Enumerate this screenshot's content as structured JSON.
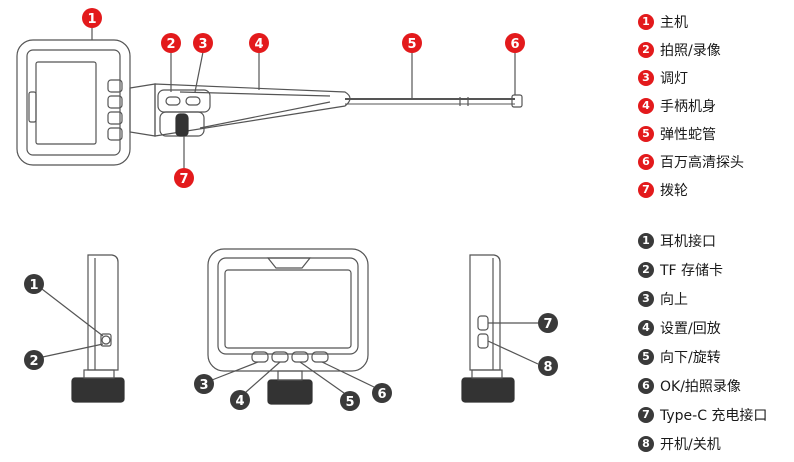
{
  "colors": {
    "red_marker": "#e31a1c",
    "dark_marker": "#3a3a3a",
    "line": "#555555"
  },
  "top_legend": [
    {
      "num": "1",
      "label": "主机"
    },
    {
      "num": "2",
      "label": "拍照/录像"
    },
    {
      "num": "3",
      "label": "调灯"
    },
    {
      "num": "4",
      "label": "手柄机身"
    },
    {
      "num": "5",
      "label": "弹性蛇管"
    },
    {
      "num": "6",
      "label": "百万高清探头"
    },
    {
      "num": "7",
      "label": "拨轮"
    }
  ],
  "bottom_legend": [
    {
      "num": "1",
      "label": "耳机接口"
    },
    {
      "num": "2",
      "label": "TF 存储卡"
    },
    {
      "num": "3",
      "label": "向上"
    },
    {
      "num": "4",
      "label": "设置/回放"
    },
    {
      "num": "5",
      "label": "向下/旋转"
    },
    {
      "num": "6",
      "label": "OK/拍照录像"
    },
    {
      "num": "7",
      "label": "Type-C 充电接口"
    },
    {
      "num": "8",
      "label": "开机/关机"
    }
  ],
  "top_callouts": [
    "1",
    "2",
    "3",
    "4",
    "5",
    "6",
    "7"
  ],
  "bottom_callouts": [
    "1",
    "2",
    "3",
    "4",
    "5",
    "6",
    "7",
    "8"
  ]
}
